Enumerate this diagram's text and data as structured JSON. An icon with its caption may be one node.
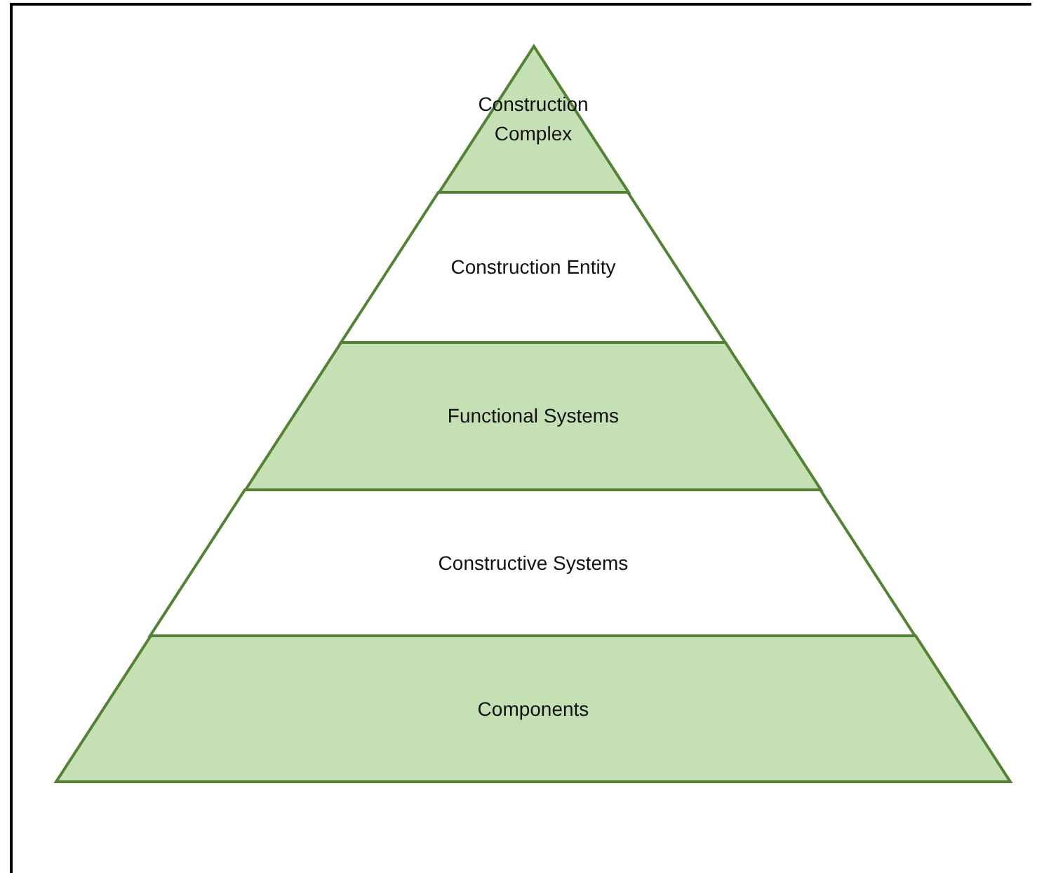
{
  "diagram": {
    "nodes": [
      {
        "text": [
          "Construction Complex"
        ]
      },
      {
        "text": [
          "Construction Entity"
        ]
      },
      {
        "text": [
          "Functional Systems"
        ]
      },
      {
        "text": [
          "Constructive Systems"
        ]
      },
      {
        "text": [
          "Components"
        ]
      }
    ]
  }
}
